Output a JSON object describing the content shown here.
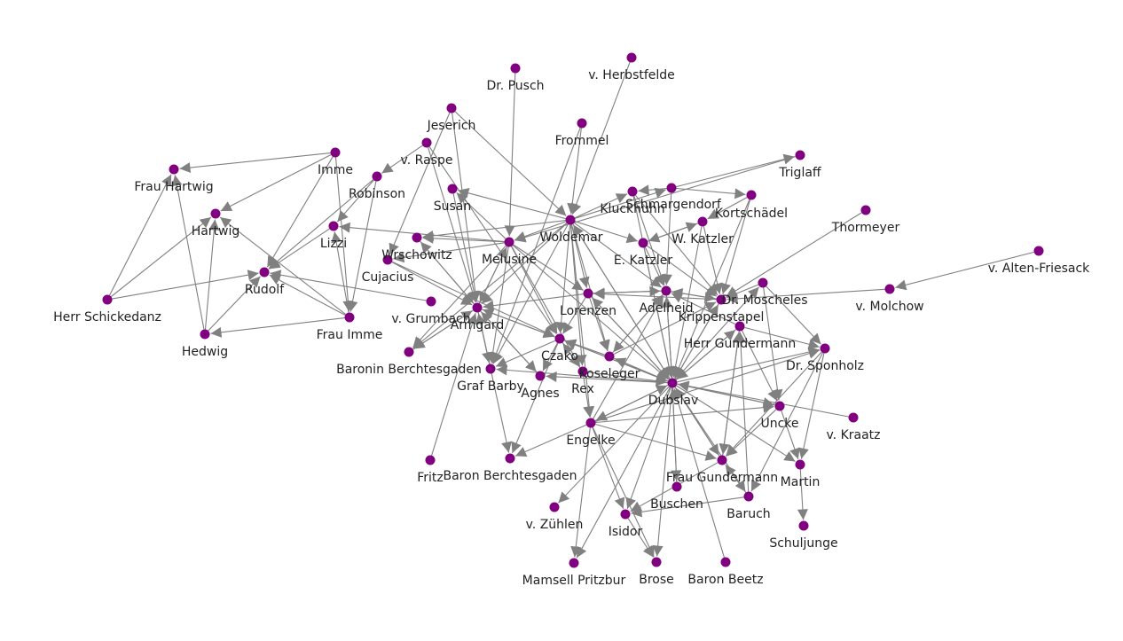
{
  "colors": {
    "node": "#800080",
    "edge": "#808080",
    "label": "#222222",
    "background": "#ffffff"
  },
  "nodes": [
    {
      "id": "dubslav",
      "label": "Dubslav"
    },
    {
      "id": "woldemar",
      "label": "Woldemar"
    },
    {
      "id": "melusine",
      "label": "Melusine"
    },
    {
      "id": "armgard",
      "label": "Armgard"
    },
    {
      "id": "lorenzen",
      "label": "Lorenzen"
    },
    {
      "id": "czako",
      "label": "Czako"
    },
    {
      "id": "rex",
      "label": "Rex"
    },
    {
      "id": "engelke",
      "label": "Engelke"
    },
    {
      "id": "adelheid",
      "label": "Adelheid"
    },
    {
      "id": "krippenstapel",
      "label": "Krippenstapel"
    },
    {
      "id": "e_katzler",
      "label": "E. Katzler"
    },
    {
      "id": "w_katzler",
      "label": "W. Katzler"
    },
    {
      "id": "koseleger",
      "label": "Koseleger"
    },
    {
      "id": "herr_gundermann",
      "label": "Herr Gundermann"
    },
    {
      "id": "dr_moscheles",
      "label": "Dr. Moscheles"
    },
    {
      "id": "dr_sponholz",
      "label": "Dr. Sponholz"
    },
    {
      "id": "uncke",
      "label": "Uncke"
    },
    {
      "id": "frau_gundermann",
      "label": "Frau Gundermann"
    },
    {
      "id": "martin",
      "label": "Martin"
    },
    {
      "id": "baruch",
      "label": "Baruch"
    },
    {
      "id": "buschen",
      "label": "Buschen"
    },
    {
      "id": "isidor",
      "label": "Isidor"
    },
    {
      "id": "brose",
      "label": "Brose"
    },
    {
      "id": "baron_beetz",
      "label": "Baron Beetz"
    },
    {
      "id": "schuljunge",
      "label": "Schuljunge"
    },
    {
      "id": "v_kraatz",
      "label": "v. Kraatz"
    },
    {
      "id": "v_molchow",
      "label": "v. Molchow"
    },
    {
      "id": "v_alten_friesack",
      "label": "v. Alten-Friesack"
    },
    {
      "id": "thormeyer",
      "label": "Thormeyer"
    },
    {
      "id": "triglaff",
      "label": "Triglaff"
    },
    {
      "id": "kortschaedel",
      "label": "Kortschädel"
    },
    {
      "id": "schmargendorf",
      "label": "Schmargendorf"
    },
    {
      "id": "kluckhuhn",
      "label": "Kluckhuhn"
    },
    {
      "id": "frommel",
      "label": "Frommel"
    },
    {
      "id": "v_herbstfelde",
      "label": "v. Herbstfelde"
    },
    {
      "id": "dr_pusch",
      "label": "Dr. Pusch"
    },
    {
      "id": "jeserich",
      "label": "Jeserich"
    },
    {
      "id": "v_raspe",
      "label": "v. Raspe"
    },
    {
      "id": "susan",
      "label": "Susan"
    },
    {
      "id": "wrschowitz",
      "label": "Wrschowitz"
    },
    {
      "id": "cujacius",
      "label": "Cujacius"
    },
    {
      "id": "lizzi",
      "label": "Lizzi"
    },
    {
      "id": "robinson",
      "label": "Robinson"
    },
    {
      "id": "imme",
      "label": "Imme"
    },
    {
      "id": "frau_hartwig",
      "label": "Frau Hartwig"
    },
    {
      "id": "hartwig",
      "label": "Hartwig"
    },
    {
      "id": "rudolf",
      "label": "Rudolf"
    },
    {
      "id": "herr_schickedanz",
      "label": "Herr Schickedanz"
    },
    {
      "id": "hedwig",
      "label": "Hedwig"
    },
    {
      "id": "frau_imme",
      "label": "Frau Imme"
    },
    {
      "id": "v_grumbach",
      "label": "v. Grumbach"
    },
    {
      "id": "baronin_berchtesgaden",
      "label": "Baronin Berchtesgaden"
    },
    {
      "id": "graf_barby",
      "label": "Graf Barby"
    },
    {
      "id": "agnes",
      "label": "Agnes"
    },
    {
      "id": "fritz",
      "label": "Fritz"
    },
    {
      "id": "baron_berchtesgaden",
      "label": "Baron Berchtesgaden"
    },
    {
      "id": "v_zuehlen",
      "label": "v. Zühlen"
    },
    {
      "id": "mamsell_pritzbur",
      "label": "Mamsell Pritzbur"
    }
  ],
  "edges": [
    [
      "imme",
      "frau_hartwig"
    ],
    [
      "imme",
      "hartwig"
    ],
    [
      "imme",
      "rudolf"
    ],
    [
      "imme",
      "frau_imme"
    ],
    [
      "herr_schickedanz",
      "frau_hartwig"
    ],
    [
      "herr_schickedanz",
      "hartwig"
    ],
    [
      "herr_schickedanz",
      "rudolf"
    ],
    [
      "hedwig",
      "frau_hartwig"
    ],
    [
      "hedwig",
      "hartwig"
    ],
    [
      "hedwig",
      "rudolf"
    ],
    [
      "frau_imme",
      "hedwig"
    ],
    [
      "frau_imme",
      "rudolf"
    ],
    [
      "frau_imme",
      "hartwig"
    ],
    [
      "frau_imme",
      "lizzi"
    ],
    [
      "robinson",
      "rudolf"
    ],
    [
      "robinson",
      "lizzi"
    ],
    [
      "robinson",
      "frau_imme"
    ],
    [
      "lizzi",
      "rudolf"
    ],
    [
      "v_grumbach",
      "rudolf"
    ],
    [
      "jeserich",
      "woldemar"
    ],
    [
      "jeserich",
      "armgard"
    ],
    [
      "jeserich",
      "cujacius"
    ],
    [
      "v_raspe",
      "robinson"
    ],
    [
      "v_raspe",
      "armgard"
    ],
    [
      "v_raspe",
      "czako"
    ],
    [
      "dr_pusch",
      "melusine"
    ],
    [
      "v_herbstfelde",
      "woldemar"
    ],
    [
      "frommel",
      "woldemar"
    ],
    [
      "frommel",
      "graf_barby"
    ],
    [
      "susan",
      "armgard"
    ],
    [
      "melusine",
      "susan"
    ],
    [
      "melusine",
      "wrschowitz"
    ],
    [
      "melusine",
      "cujacius"
    ],
    [
      "melusine",
      "lizzi"
    ],
    [
      "melusine",
      "armgard"
    ],
    [
      "melusine",
      "graf_barby"
    ],
    [
      "melusine",
      "baronin_berchtesgaden"
    ],
    [
      "melusine",
      "lorenzen"
    ],
    [
      "melusine",
      "czako"
    ],
    [
      "melusine",
      "dubslav"
    ],
    [
      "melusine",
      "rex"
    ],
    [
      "woldemar",
      "melusine"
    ],
    [
      "woldemar",
      "armgard"
    ],
    [
      "woldemar",
      "wrschowitz"
    ],
    [
      "woldemar",
      "susan"
    ],
    [
      "woldemar",
      "lorenzen"
    ],
    [
      "woldemar",
      "czako"
    ],
    [
      "woldemar",
      "rex"
    ],
    [
      "woldemar",
      "dubslav"
    ],
    [
      "woldemar",
      "e_katzler"
    ],
    [
      "woldemar",
      "kluckhuhn"
    ],
    [
      "woldemar",
      "schmargendorf"
    ],
    [
      "woldemar",
      "adelheid"
    ],
    [
      "woldemar",
      "graf_barby"
    ],
    [
      "woldemar",
      "baronin_berchtesgaden"
    ],
    [
      "woldemar",
      "engelke"
    ],
    [
      "woldemar",
      "koseleger"
    ],
    [
      "armgard",
      "baronin_berchtesgaden"
    ],
    [
      "armgard",
      "graf_barby"
    ],
    [
      "armgard",
      "agnes"
    ],
    [
      "armgard",
      "czako"
    ],
    [
      "armgard",
      "baron_berchtesgaden"
    ],
    [
      "armgard",
      "wrschowitz"
    ],
    [
      "armgard",
      "melusine"
    ],
    [
      "lorenzen",
      "armgard"
    ],
    [
      "lorenzen",
      "czako"
    ],
    [
      "lorenzen",
      "dubslav"
    ],
    [
      "lorenzen",
      "adelheid"
    ],
    [
      "lorenzen",
      "koseleger"
    ],
    [
      "czako",
      "graf_barby"
    ],
    [
      "czako",
      "agnes"
    ],
    [
      "czako",
      "rex"
    ],
    [
      "czako",
      "armgard"
    ],
    [
      "czako",
      "dubslav"
    ],
    [
      "czako",
      "baron_berchtesgaden"
    ],
    [
      "rex",
      "czako"
    ],
    [
      "rex",
      "dubslav"
    ],
    [
      "rex",
      "engelke"
    ],
    [
      "dubslav",
      "woldemar"
    ],
    [
      "dubslav",
      "lorenzen"
    ],
    [
      "dubslav",
      "czako"
    ],
    [
      "dubslav",
      "engelke"
    ],
    [
      "dubslav",
      "koseleger"
    ],
    [
      "dubslav",
      "adelheid"
    ],
    [
      "dubslav",
      "krippenstapel"
    ],
    [
      "dubslav",
      "herr_gundermann"
    ],
    [
      "dubslav",
      "uncke"
    ],
    [
      "dubslav",
      "frau_gundermann"
    ],
    [
      "dubslav",
      "martin"
    ],
    [
      "dubslav",
      "buschen"
    ],
    [
      "dubslav",
      "isidor"
    ],
    [
      "dubslav",
      "brose"
    ],
    [
      "dubslav",
      "baruch"
    ],
    [
      "dubslav",
      "mamsell_pritzbur"
    ],
    [
      "dubslav",
      "v_zuehlen"
    ],
    [
      "dubslav",
      "agnes"
    ],
    [
      "dubslav",
      "graf_barby"
    ],
    [
      "dubslav",
      "dr_sponholz"
    ],
    [
      "dubslav",
      "dr_moscheles"
    ],
    [
      "engelke",
      "dubslav"
    ],
    [
      "engelke",
      "baron_berchtesgaden"
    ],
    [
      "engelke",
      "mamsell_pritzbur"
    ],
    [
      "engelke",
      "brose"
    ],
    [
      "engelke",
      "isidor"
    ],
    [
      "engelke",
      "frau_gundermann"
    ],
    [
      "engelke",
      "uncke"
    ],
    [
      "engelke",
      "dr_sponholz"
    ],
    [
      "engelke",
      "adelheid"
    ],
    [
      "koseleger",
      "adelheid"
    ],
    [
      "koseleger",
      "krippenstapel"
    ],
    [
      "koseleger",
      "dubslav"
    ],
    [
      "koseleger",
      "czako"
    ],
    [
      "adelheid",
      "dubslav"
    ],
    [
      "adelheid",
      "krippenstapel"
    ],
    [
      "adelheid",
      "lorenzen"
    ],
    [
      "adelheid",
      "koseleger"
    ],
    [
      "krippenstapel",
      "dubslav"
    ],
    [
      "krippenstapel",
      "adelheid"
    ],
    [
      "krippenstapel",
      "lorenzen"
    ],
    [
      "e_katzler",
      "adelheid"
    ],
    [
      "e_katzler",
      "w_katzler"
    ],
    [
      "e_katzler",
      "dubslav"
    ],
    [
      "e_katzler",
      "krippenstapel"
    ],
    [
      "w_katzler",
      "e_katzler"
    ],
    [
      "w_katzler",
      "dubslav"
    ],
    [
      "w_katzler",
      "krippenstapel"
    ],
    [
      "kluckhuhn",
      "dubslav"
    ],
    [
      "kluckhuhn",
      "krippenstapel"
    ],
    [
      "kluckhuhn",
      "adelheid"
    ],
    [
      "schmargendorf",
      "kortschaedel"
    ],
    [
      "schmargendorf",
      "triglaff"
    ],
    [
      "schmargendorf",
      "kluckhuhn"
    ],
    [
      "schmargendorf",
      "adelheid"
    ],
    [
      "kortschaedel",
      "dubslav"
    ],
    [
      "kortschaedel",
      "krippenstapel"
    ],
    [
      "kortschaedel",
      "w_katzler"
    ],
    [
      "triglaff",
      "melusine"
    ],
    [
      "thormeyer",
      "krippenstapel"
    ],
    [
      "dr_moscheles",
      "dr_sponholz"
    ],
    [
      "dr_moscheles",
      "uncke"
    ],
    [
      "dr_moscheles",
      "krippenstapel"
    ],
    [
      "herr_gundermann",
      "frau_gundermann"
    ],
    [
      "herr_gundermann",
      "uncke"
    ],
    [
      "herr_gundermann",
      "dr_sponholz"
    ],
    [
      "herr_gundermann",
      "dubslav"
    ],
    [
      "herr_gundermann",
      "adelheid"
    ],
    [
      "frau_gundermann",
      "herr_gundermann"
    ],
    [
      "frau_gundermann",
      "dubslav"
    ],
    [
      "frau_gundermann",
      "isidor"
    ],
    [
      "uncke",
      "martin"
    ],
    [
      "uncke",
      "frau_gundermann"
    ],
    [
      "uncke",
      "dubslav"
    ],
    [
      "baruch",
      "isidor"
    ],
    [
      "baruch",
      "frau_gundermann"
    ],
    [
      "baruch",
      "herr_gundermann"
    ],
    [
      "dr_sponholz",
      "martin"
    ],
    [
      "dr_sponholz",
      "baruch"
    ],
    [
      "dr_sponholz",
      "frau_gundermann"
    ],
    [
      "martin",
      "schuljunge"
    ],
    [
      "v_kraatz",
      "dubslav"
    ],
    [
      "v_molchow",
      "krippenstapel"
    ],
    [
      "v_alten_friesack",
      "v_molchow"
    ],
    [
      "baron_beetz",
      "dubslav"
    ],
    [
      "isidor",
      "brose"
    ],
    [
      "buschen",
      "dubslav"
    ],
    [
      "fritz",
      "armgard"
    ],
    [
      "graf_barby",
      "armgard"
    ],
    [
      "agnes",
      "armgard"
    ],
    [
      "baronin_berchtesgaden",
      "armgard"
    ],
    [
      "cujacius",
      "armgard"
    ],
    [
      "cujacius",
      "czako"
    ],
    [
      "wrschowitz",
      "armgard"
    ]
  ]
}
